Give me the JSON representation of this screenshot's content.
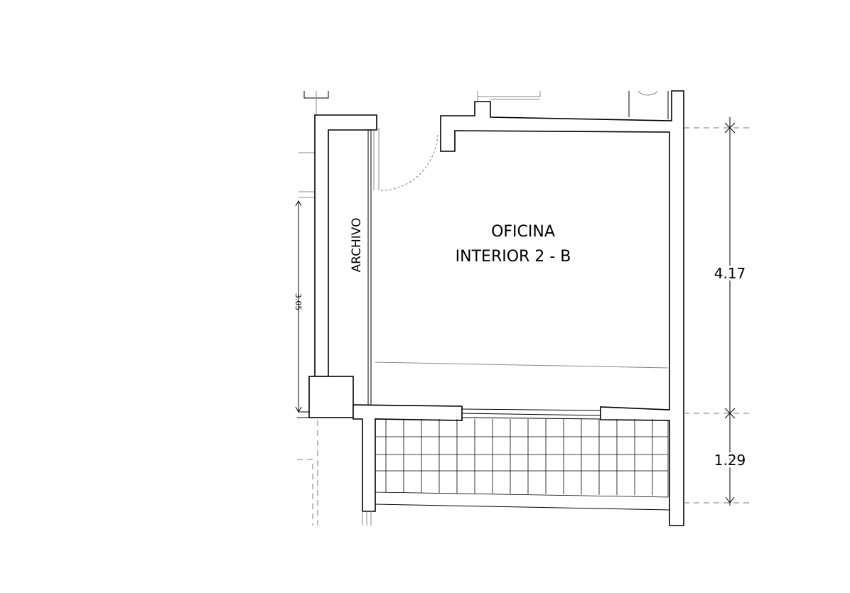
{
  "plan": {
    "rooms": [
      {
        "name_line1": "OFICINA",
        "name_line2": "INTERIOR 2 - B"
      },
      {
        "name": "ARCHIVO"
      }
    ],
    "dimensions": {
      "office_depth": "4.17",
      "balcony_depth": "1.29",
      "left_partial": "3.05"
    }
  }
}
